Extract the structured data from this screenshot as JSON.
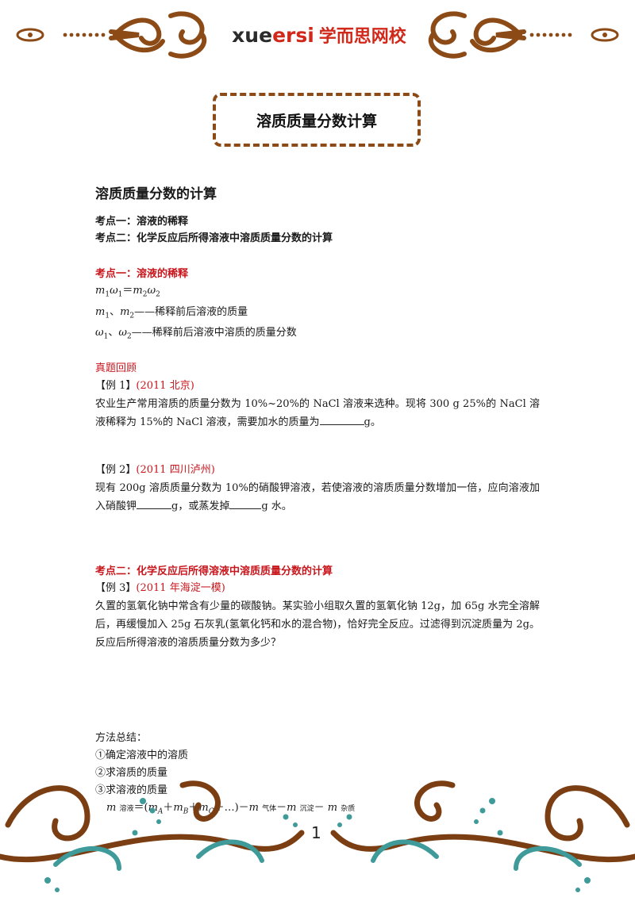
{
  "header": {
    "brand_latin_1": "xue",
    "brand_latin_2": "ersi",
    "brand_cn": "学而思网校"
  },
  "title_box": "溶质质量分数计算",
  "doc": {
    "heading": "溶质质量分数的计算",
    "kp1_label": "考点一：溶液的稀释",
    "kp2_label": "考点二：化学反应后所得溶液中溶质质量分数的计算",
    "sec1_title": "考点一：溶液的稀释",
    "def1_note": "——稀释前后溶液的质量",
    "def2_note": "——稀释前后溶液中溶质的质量分数",
    "review": "真题回顾",
    "ex1_tag": "【例 1】",
    "ex1_src": "(2011 北京)",
    "ex1_text_a": "农业生产常用溶质的质量分数为 10%~20%的 NaCl 溶液来选种。现将 300 g 25%的 NaCl 溶液稀释为 15%的 NaCl 溶液，需要加水的质量为",
    "ex1_text_b": "g。",
    "ex2_tag": "【例 2】",
    "ex2_src": "(2011 四川泸州)",
    "ex2_text_a": "现有 200g 溶质质量分数为 10%的硝酸钾溶液，若使溶液的溶质质量分数增加一倍，应向溶液加入硝酸钾",
    "ex2_text_b": "g，或蒸发掉",
    "ex2_text_c": "g 水。",
    "sec2_title": "考点二：化学反应后所得溶液中溶质质量分数的计算",
    "ex3_tag": "【例 3】",
    "ex3_src": "(2011 年海淀一模)",
    "ex3_text": "久置的氢氧化钠中常含有少量的碳酸钠。某实验小组取久置的氢氧化钠 12g，加 65g 水完全溶解后，再缓慢加入 25g 石灰乳(氢氧化钙和水的混合物)，恰好完全反应。过滤得到沉淀质量为 2g。反应后所得溶液的溶质质量分数为多少？",
    "method_title": "方法总结：",
    "method_1": "①确定溶液中的溶质",
    "method_2": "②求溶质的质量",
    "method_3": "③求溶液的质量",
    "sub_solution": "溶液",
    "sub_gas": "气体",
    "sub_precip": "沉淀",
    "sub_impurity": "杂质"
  },
  "page_number": "1",
  "colors": {
    "accent_red": "#c8161d",
    "ornament_brown": "#8b4a16",
    "ornament_teal": "#3f9a9a"
  }
}
